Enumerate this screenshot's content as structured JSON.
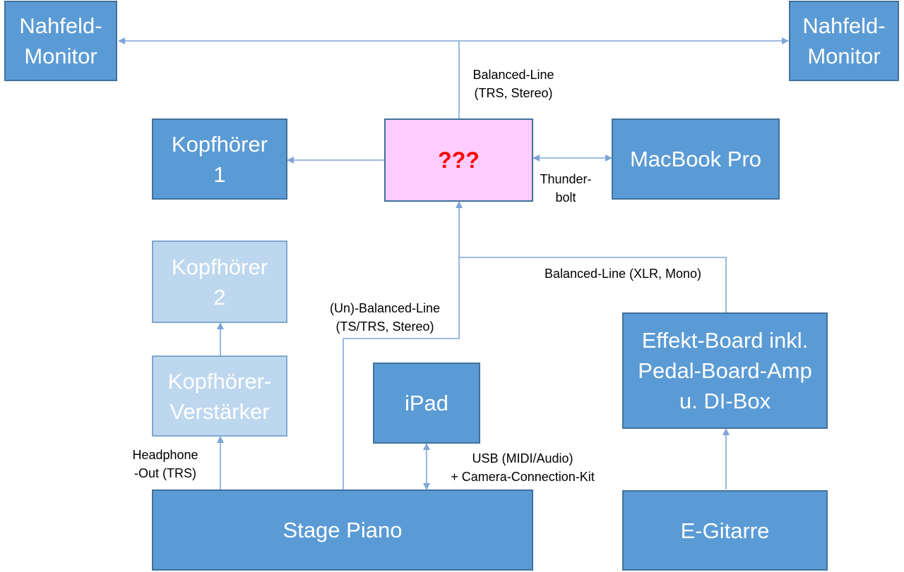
{
  "colors": {
    "box_fill": "#5b9bd5",
    "box_border": "#41719c",
    "box_light_fill": "#bdd7ee",
    "center_fill": "#ffccff",
    "center_text": "#ff0000",
    "wire": "#7ea6d9"
  },
  "nodes": {
    "monitor_left": "Nahfeld-\nMonitor",
    "monitor_right": "Nahfeld-\nMonitor",
    "headphones1": "Kopfhörer\n1",
    "interface": "???",
    "macbook": "MacBook Pro",
    "headphones2": "Kopfhörer\n2",
    "headphone_amp": "Kopfhörer-\nVerstärker",
    "ipad": "iPad",
    "effects": "Effekt-Board inkl.\nPedal-Board-Amp\nu. DI-Box",
    "stage_piano": "Stage Piano",
    "guitar": "E-Gitarre"
  },
  "labels": {
    "monitors": "Balanced-Line\n(TRS, Stereo)",
    "thunderbolt": "Thunder-\nbolt",
    "xlr": "Balanced-Line (XLR, Mono)",
    "piano_line": "(Un)-Balanced-Line\n(TS/TRS, Stereo)",
    "headphone_out": "Headphone\n-Out (TRS)",
    "usb": "USB (MIDI/Audio)\n+ Camera-Connection-Kit"
  }
}
